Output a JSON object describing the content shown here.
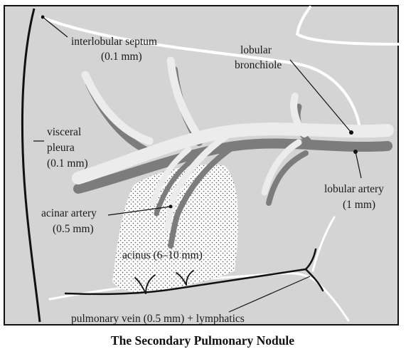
{
  "caption": "The Secondary Pulmonary Nodule",
  "labels": {
    "interlobular_septum": [
      "interlobular septum",
      "(0.1 mm)"
    ],
    "lobular_bronchiole": [
      "lobular",
      "bronchiole"
    ],
    "visceral_pleura": [
      "visceral",
      "pleura",
      "(0.1 mm)"
    ],
    "lobular_artery": [
      "lobular artery",
      "(1 mm)"
    ],
    "acinar_artery": [
      "acinar artery",
      "(0.5 mm)"
    ],
    "acinus": "acinus (6–10 mm)",
    "pulmonary_vein": "pulmonary vein (0.5 mm) + lymphatics"
  },
  "colors": {
    "background": "#d4d4d4",
    "septum": "#ffffff",
    "bronchiole": "#ececec",
    "artery": "#7c7c7c",
    "vein": "#111111",
    "acinus": "#ffffff"
  }
}
